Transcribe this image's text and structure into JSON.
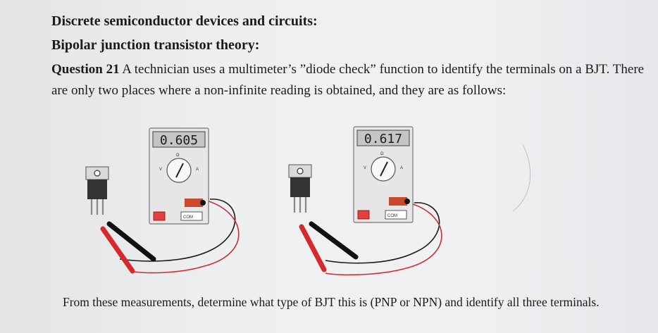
{
  "header": {
    "line1": "Discrete semiconductor devices and circuits:",
    "line2": "Bipolar junction transistor theory:"
  },
  "question": {
    "label": "Question 21",
    "text": " A technician uses a multimeter’s ”diode check” function to identify the terminals on a BJT. There are only two places where a non-infinite reading is obtained, and they are as follows:"
  },
  "meters": [
    {
      "reading": "0.605",
      "com_label": "COM"
    },
    {
      "reading": "0.617",
      "com_label": "COM"
    }
  ],
  "footer": {
    "text": "From these measurements, determine what type of BJT this is (PNP or NPN) and identify all three terminals."
  }
}
